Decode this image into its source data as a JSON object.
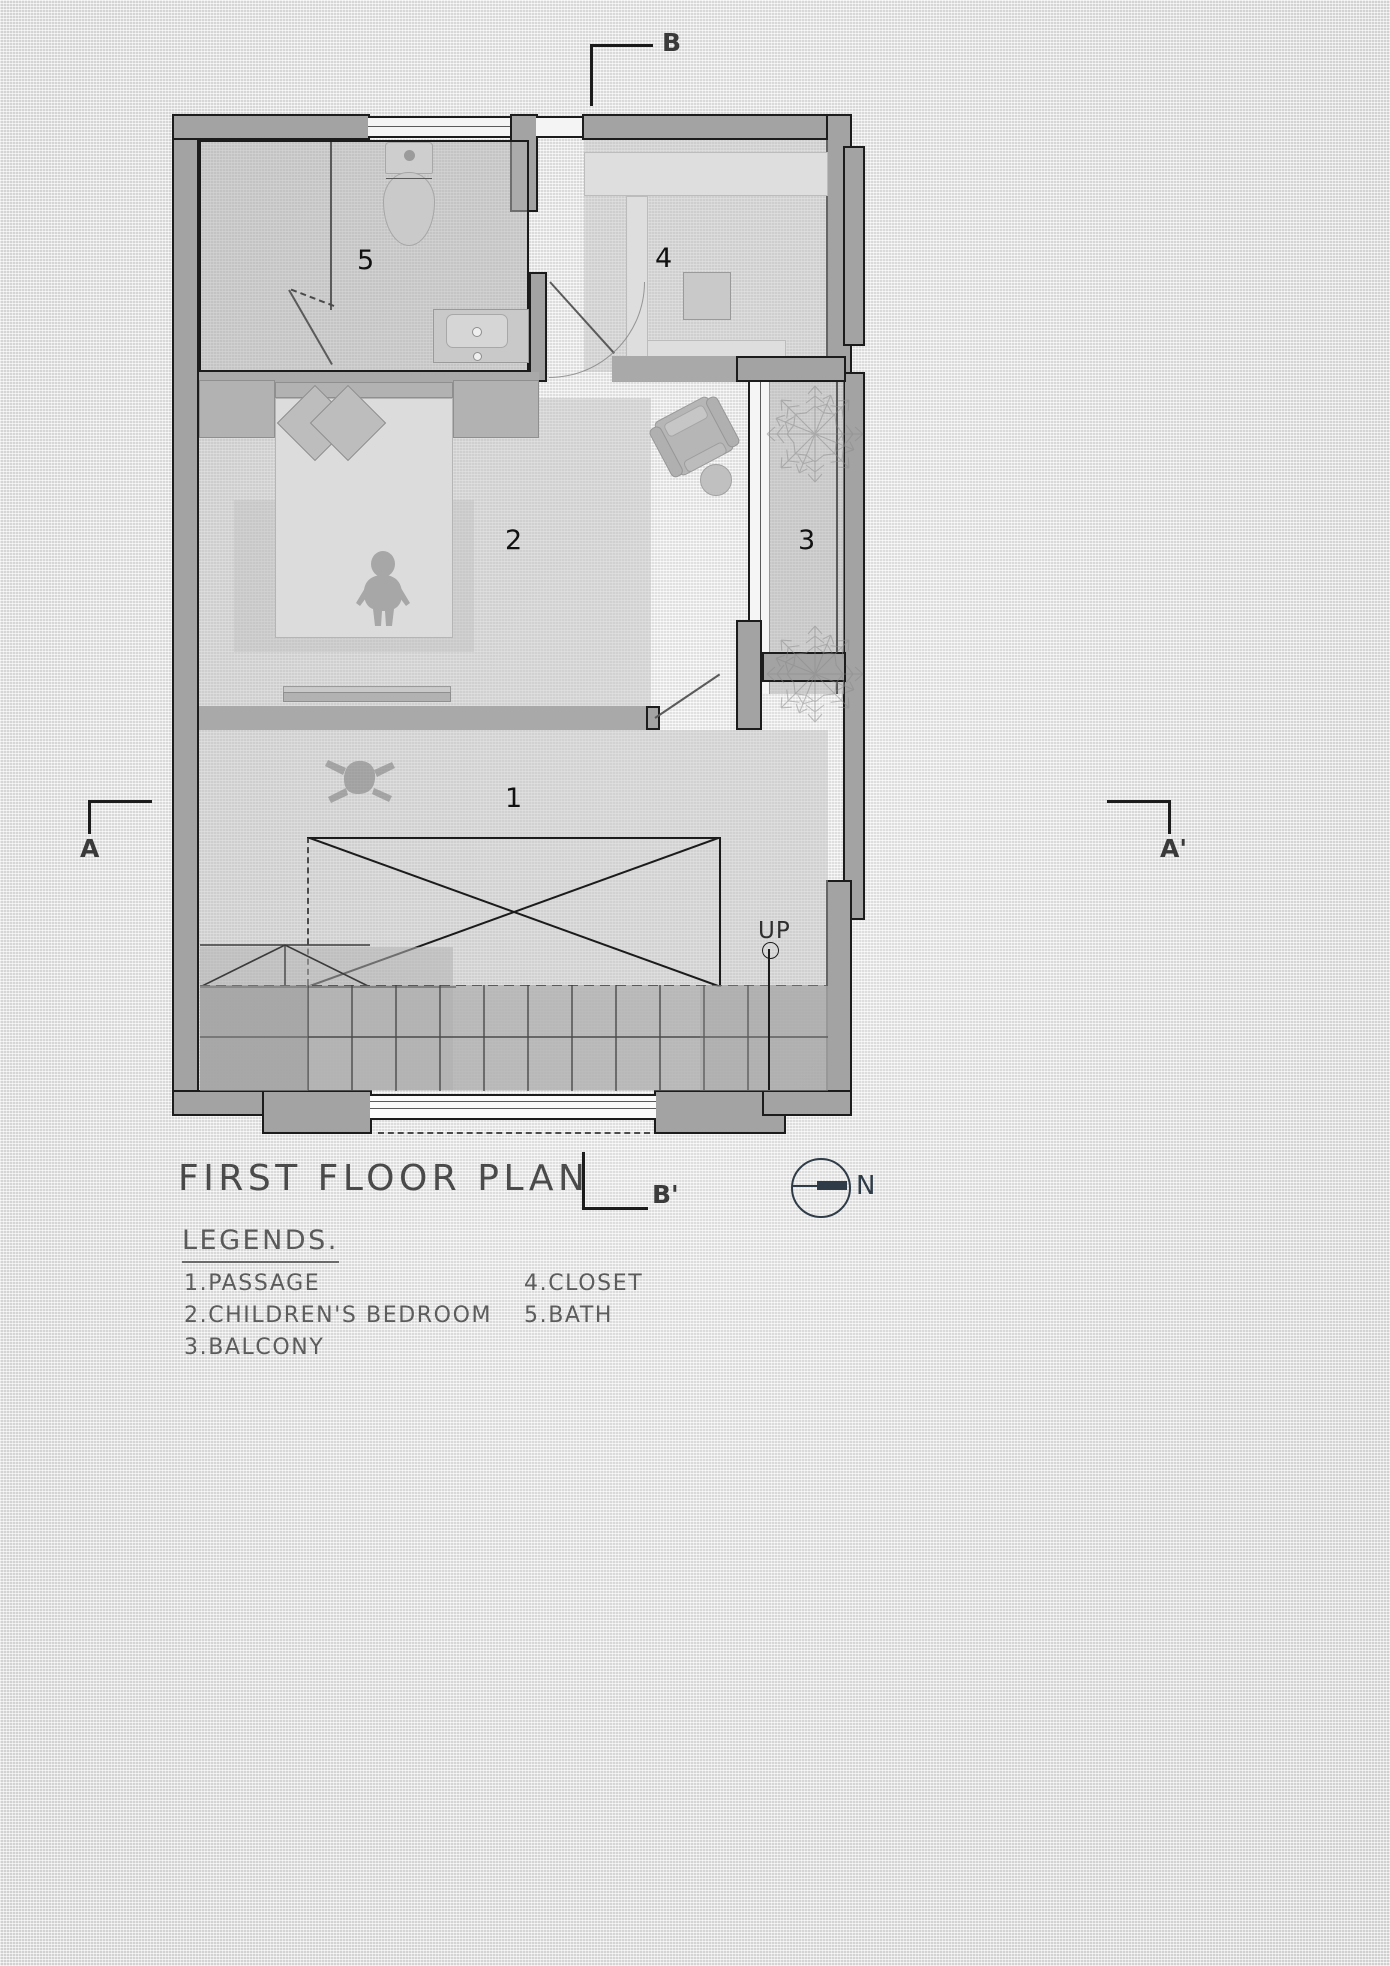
{
  "drawing": {
    "title": "FIRST FLOOR PLAN",
    "legend_heading": "LEGENDS.",
    "legend_left": [
      "1.PASSAGE",
      "2.CHILDREN'S BEDROOM",
      "3.BALCONY"
    ],
    "legend_right": [
      "4.CLOSET",
      "5.BATH"
    ],
    "north_label": "N",
    "stair_direction": "UP"
  },
  "section_markers": {
    "a": "A",
    "a_prime": "A'",
    "b": "B",
    "b_prime": "B'"
  },
  "rooms": [
    {
      "num": "1",
      "name": "PASSAGE"
    },
    {
      "num": "2",
      "name": "CHILDREN'S BEDROOM"
    },
    {
      "num": "3",
      "name": "BALCONY"
    },
    {
      "num": "4",
      "name": "CLOSET"
    },
    {
      "num": "5",
      "name": "BATH"
    }
  ],
  "room_numbers": {
    "passage": "1",
    "bedroom": "2",
    "balcony": "3",
    "closet": "4",
    "bath": "5"
  },
  "colors": {
    "paper": "#e8e8e8",
    "wall_fill": "#a3a3a3",
    "wall_stroke": "#1c1c1c",
    "room_fill": "#b2b2b2",
    "text": "#5c5c5c",
    "title_text": "#4a4a4a",
    "north_arrow": "#2f3c48"
  }
}
